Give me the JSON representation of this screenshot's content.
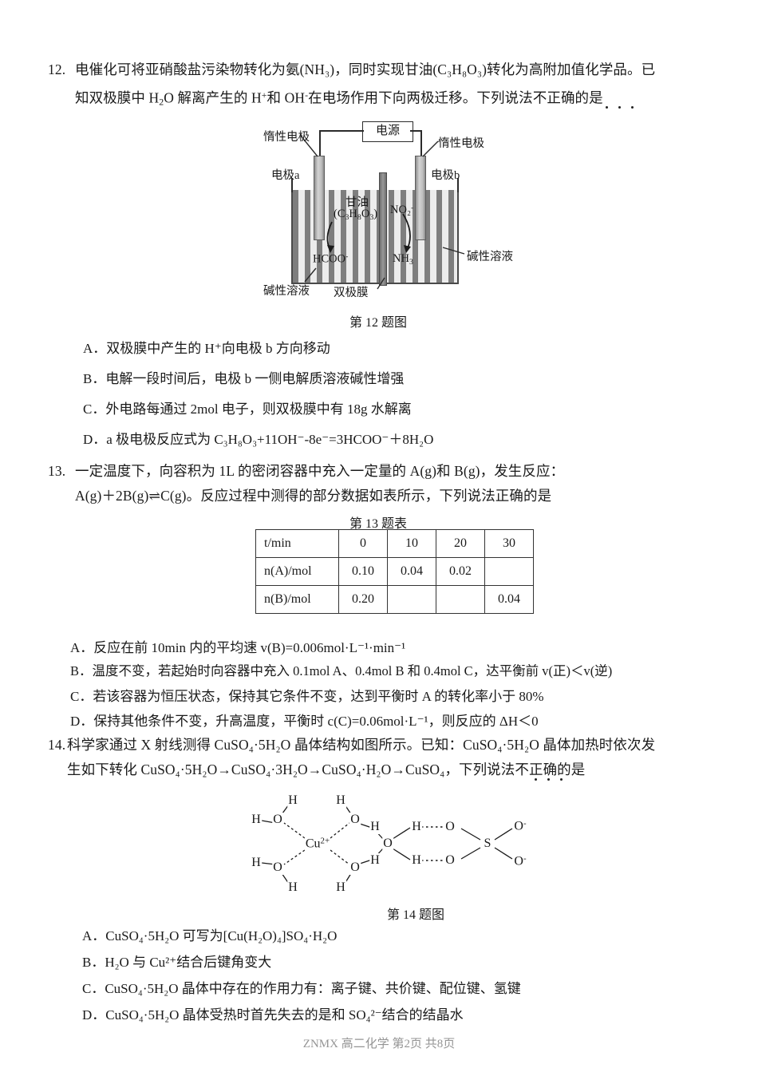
{
  "footer": {
    "text": "ZNMX 高二化学 第2页 共8页"
  },
  "q12": {
    "number": "12.",
    "line1": "电催化可将亚硝酸盐污染物转化为氨(NH₃)，同时实现甘油(C₃H₈O₃)转化为高附加值化学品。已",
    "line2_a": "知双极膜中 H",
    "line2_b": "O 解离产生的 H",
    "line2_c": "和 OH",
    "line2_d": "在电场作用下向两极迁移。下列说法不正确的是",
    "caption": "第 12 题图",
    "figure": {
      "power_supply": "电源",
      "inert_electrode_left": "惰性电极",
      "inert_electrode_right": "惰性电极",
      "electrode_a": "电极a",
      "electrode_b": "电极b",
      "glycerol_name": "甘油",
      "glycerol_formula_pre": "(C",
      "glycerol_formula": "(C₃H₈O₃)",
      "nitrite": "NO₂",
      "product_left": "HCOO",
      "product_right": "NH₃",
      "alkaline_right": "碱性溶液",
      "alkaline_left": "碱性溶液",
      "bipolar_membrane": "双极膜"
    },
    "options": [
      {
        "tag": "A．",
        "text": "双极膜中产生的 H⁺向电极 b 方向移动"
      },
      {
        "tag": "B．",
        "text": "电解一段时间后，电极 b 一侧电解质溶液碱性增强"
      },
      {
        "tag": "C．",
        "text": "外电路每通过 2mol 电子，则双极膜中有 18g 水解离"
      },
      {
        "tag": "D．",
        "text": "a 极电极反应式为 C₃H₈O₃+11OH⁻-8e⁻=3HCOO⁻＋8H₂O"
      }
    ]
  },
  "q13": {
    "number": "13.",
    "line1": "一定温度下，向容积为 1L 的密闭容器中充入一定量的 A(g)和 B(g)，发生反应：",
    "line2": "A(g)＋2B(g)⇌C(g)。反应过程中测得的部分数据如表所示，下列说法正确的是",
    "caption": "第 13 题表",
    "table": {
      "rows": [
        {
          "header": "t/min",
          "cells": [
            "0",
            "10",
            "20",
            "30"
          ]
        },
        {
          "header": "n(A)/mol",
          "cells": [
            "0.10",
            "0.04",
            "0.02",
            ""
          ]
        },
        {
          "header": "n(B)/mol",
          "cells": [
            "0.20",
            "",
            "",
            "0.04"
          ]
        }
      ]
    },
    "options": [
      {
        "tag": "A．",
        "text": "反应在前 10min 内的平均速 v(B)=0.006mol·L⁻¹·min⁻¹"
      },
      {
        "tag": "B．",
        "text": "温度不变，若起始时向容器中充入 0.1mol A、0.4mol B 和 0.4mol C，达平衡前 v(正)＜v(逆)"
      },
      {
        "tag": "C．",
        "text": "若该容器为恒压状态，保持其它条件不变，达到平衡时 A 的转化率小于 80%"
      },
      {
        "tag": "D．",
        "text": "保持其他条件不变，升高温度，平衡时 c(C)=0.06mol·L⁻¹，则反应的 ΔH＜0"
      }
    ]
  },
  "q14": {
    "number": "14.",
    "line1": "科学家通过 X 射线测得 CuSO₄·5H₂O 晶体结构如图所示。已知：CuSO₄·5H₂O 晶体加热时依次发",
    "line2": "生如下转化 CuSO₄·5H₂O→CuSO₄·3H₂O→CuSO₄·H₂O→CuSO₄，下列说法不正确的是",
    "caption": "第 14 题图",
    "figure": {
      "center_ion": "Cu",
      "center_charge": "2+",
      "oxygen": "O",
      "hydrogen": "H",
      "sulfur": "S",
      "oxide_anion": "O",
      "anion_charge": "-"
    },
    "options": [
      {
        "tag": "A．",
        "text": "CuSO₄·5H₂O 可写为[Cu(H₂O)₄]SO₄·H₂O"
      },
      {
        "tag": "B．",
        "text": "H₂O 与 Cu²⁺结合后键角变大"
      },
      {
        "tag": "C．",
        "text": "CuSO₄·5H₂O 晶体中存在的作用力有：离子键、共价键、配位键、氢键"
      },
      {
        "tag": "D．",
        "text": "CuSO₄·5H₂O 晶体受热时首先失去的是和 SO₄²⁻结合的结晶水"
      }
    ]
  }
}
